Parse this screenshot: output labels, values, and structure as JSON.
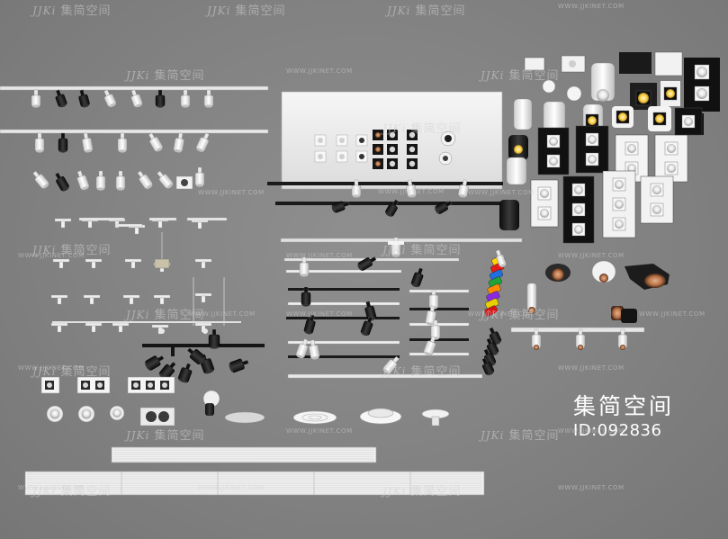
{
  "brand": {
    "title": "集简空间",
    "id_text": "ID:092836"
  },
  "watermarks": {
    "logo": "JJKi",
    "cn_text": "集简空间",
    "url_text": "WWW.JJKINET.COM"
  },
  "colors": {
    "background": "#838383",
    "fixture_black": "#1c1c1c",
    "fixture_white": "#f2f2f2",
    "rail_silver": "#d6d6d6",
    "copper_accent": "#b8744a",
    "lamp_glow": "#ffd24d"
  },
  "accent_colors": [
    "#ffd400",
    "#e21b1b",
    "#1f6fe0",
    "#22a33a",
    "#ff8c00",
    "#8a2be2",
    "#e8d000",
    "#d81515"
  ]
}
